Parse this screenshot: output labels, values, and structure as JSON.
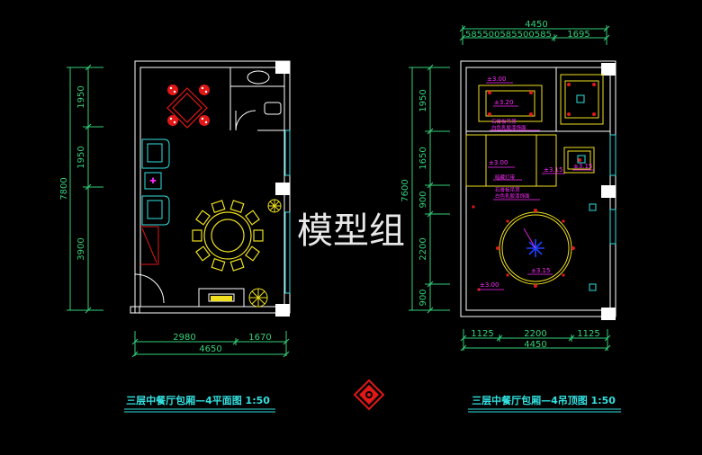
{
  "plan_title": "三层中餐厅包厢—4平面图 1:50",
  "ceiling_title": "三层中餐厅包厢—4吊顶图 1:50",
  "watermark": "模型组",
  "plan_dims": {
    "left": [
      "1950",
      "1950",
      "3900"
    ],
    "total_v": "7800",
    "bottom": [
      "2980",
      "1670"
    ],
    "total_h": "4650"
  },
  "ceiling_dims": {
    "top_total": "4450",
    "top_chain": "585500585500585",
    "top_right": "1695",
    "left": [
      "1950",
      "1650",
      "900",
      "2200",
      "900"
    ],
    "total_v": "7600",
    "bottom": [
      "1125",
      "2200",
      "1125"
    ],
    "total_h": "4450"
  },
  "ceiling_labels": {
    "h1": "±3.00",
    "h2": "±3.20",
    "h3": "±3.00",
    "h4": "±3.15",
    "h5": "±3.15",
    "h6": "±3.00",
    "h7": "±3.15",
    "note1": "石膏板吊顶",
    "note2": "白色乳胶漆饰面",
    "note3": "石膏板吊顶",
    "note4": "白色乳胶漆饰面",
    "note5": "暗藏灯带"
  },
  "colors": {
    "white": "#ffffff",
    "green": "#35d07a",
    "cyan": "#33e0e0",
    "yellow": "#f0e020",
    "red": "#e01818",
    "magenta": "#ff2bff",
    "blue": "#2040ff"
  }
}
